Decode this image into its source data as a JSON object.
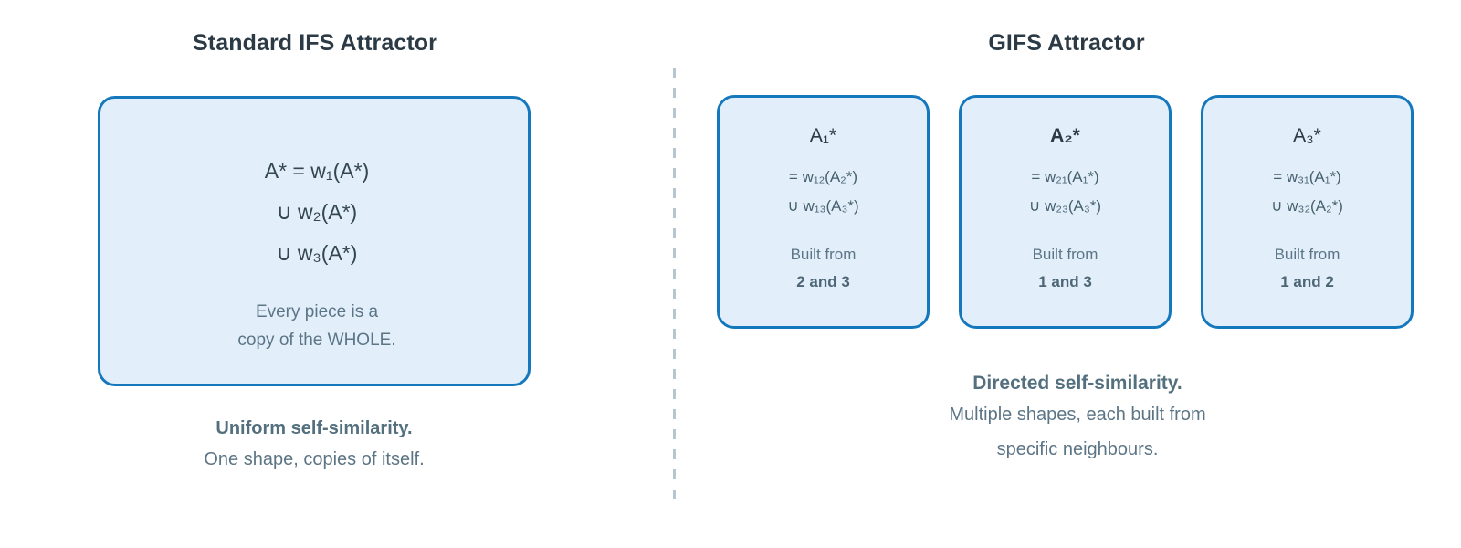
{
  "divider": {
    "style": "dashed-vertical",
    "color": "#b6c6ce"
  },
  "theme": {
    "box_fill": "#e2effb",
    "box_border": "#1578bd",
    "heading_color": "#2b3a44",
    "muted_text": "#5c7585",
    "page_background": "#ffffff"
  },
  "left": {
    "title": "Standard IFS Attractor",
    "box": {
      "formula_lines": [
        "A* = w₁(A*)",
        "∪ w₂(A*)",
        "∪ w₃(A*)"
      ],
      "note_lines": [
        "Every piece is a",
        "copy of the WHOLE."
      ]
    },
    "caption": {
      "strong": "Uniform self-similarity.",
      "sub": "One shape, copies of itself."
    }
  },
  "right": {
    "title": "GIFS Attractor",
    "cards": [
      {
        "title": "A₁*",
        "highlighted": false,
        "formula_lines": [
          "= w₁₂(A₂*)",
          "∪ w₁₃(A₃*)"
        ],
        "built_label": "Built from",
        "built_value": "2 and 3"
      },
      {
        "title": "A₂*",
        "highlighted": true,
        "formula_lines": [
          "= w₂₁(A₁*)",
          "∪ w₂₃(A₃*)"
        ],
        "built_label": "Built from",
        "built_value": "1 and 3"
      },
      {
        "title": "A₃*",
        "highlighted": false,
        "formula_lines": [
          "= w₃₁(A₁*)",
          "∪ w₃₂(A₂*)"
        ],
        "built_label": "Built from",
        "built_value": "1 and 2"
      }
    ],
    "caption": {
      "strong": "Directed self-similarity.",
      "sub_lines": [
        "Multiple shapes, each built from",
        "specific neighbours."
      ]
    }
  }
}
